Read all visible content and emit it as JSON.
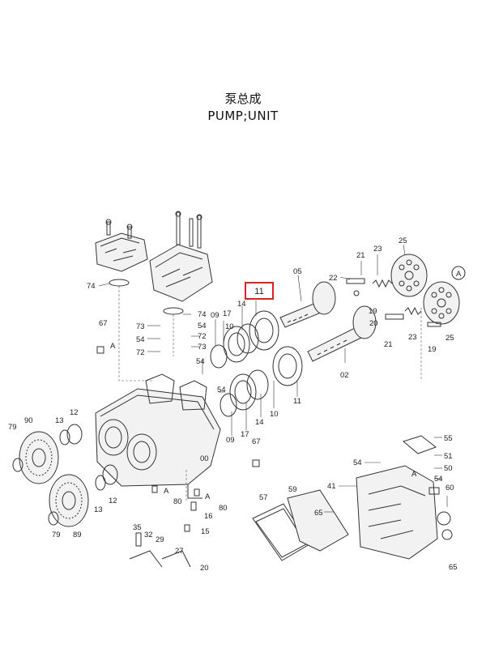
{
  "title_cn": "泵总成",
  "title_en": "PUMP;UNIT",
  "highlight_label": "11",
  "highlight_color": "#e02020",
  "callouts": [
    {
      "id": "c-74a",
      "text": "74"
    },
    {
      "id": "c-74b",
      "text": "74"
    },
    {
      "id": "c-05",
      "text": "05"
    },
    {
      "id": "c-21a",
      "text": "21"
    },
    {
      "id": "c-22",
      "text": "22"
    },
    {
      "id": "c-23a",
      "text": "23"
    },
    {
      "id": "c-25a",
      "text": "25"
    },
    {
      "id": "c-A1",
      "text": "A"
    },
    {
      "id": "c-14a",
      "text": "14"
    },
    {
      "id": "c-19a",
      "text": "19"
    },
    {
      "id": "c-20",
      "text": "20"
    },
    {
      "id": "c-73a",
      "text": "73"
    },
    {
      "id": "c-54a",
      "text": "54"
    },
    {
      "id": "c-72a",
      "text": "72"
    },
    {
      "id": "c-73b",
      "text": "73"
    },
    {
      "id": "c-72b",
      "text": "72"
    },
    {
      "id": "c-67a",
      "text": "67"
    },
    {
      "id": "c-A2",
      "text": "A"
    },
    {
      "id": "c-09a",
      "text": "09"
    },
    {
      "id": "c-17a",
      "text": "17"
    },
    {
      "id": "c-10a",
      "text": "10"
    },
    {
      "id": "c-54b",
      "text": "54"
    },
    {
      "id": "c-23b",
      "text": "23"
    },
    {
      "id": "c-21b",
      "text": "21"
    },
    {
      "id": "c-19b",
      "text": "19"
    },
    {
      "id": "c-25b",
      "text": "25"
    },
    {
      "id": "c-02",
      "text": "02"
    },
    {
      "id": "c-11b",
      "text": "11"
    },
    {
      "id": "c-54c",
      "text": "54"
    },
    {
      "id": "c-14b",
      "text": "14"
    },
    {
      "id": "c-10b",
      "text": "10"
    },
    {
      "id": "c-17b",
      "text": "17"
    },
    {
      "id": "c-09b",
      "text": "09"
    },
    {
      "id": "c-67b",
      "text": "67"
    },
    {
      "id": "c-90",
      "text": "90"
    },
    {
      "id": "c-79a",
      "text": "79"
    },
    {
      "id": "c-13a",
      "text": "13"
    },
    {
      "id": "c-12a",
      "text": "12"
    },
    {
      "id": "c-00",
      "text": "00"
    },
    {
      "id": "c-12b",
      "text": "12"
    },
    {
      "id": "c-13b",
      "text": "13"
    },
    {
      "id": "c-A3",
      "text": "A"
    },
    {
      "id": "c-80a",
      "text": "80"
    },
    {
      "id": "c-A4",
      "text": "A"
    },
    {
      "id": "c-80b",
      "text": "80"
    },
    {
      "id": "c-16",
      "text": "16"
    },
    {
      "id": "c-15",
      "text": "15"
    },
    {
      "id": "c-79b",
      "text": "79"
    },
    {
      "id": "c-89",
      "text": "89"
    },
    {
      "id": "c-57",
      "text": "57"
    },
    {
      "id": "c-59",
      "text": "59"
    },
    {
      "id": "c-35",
      "text": "35"
    },
    {
      "id": "c-32",
      "text": "32"
    },
    {
      "id": "c-29",
      "text": "29"
    },
    {
      "id": "c-27",
      "text": "27"
    },
    {
      "id": "c-55",
      "text": "55"
    },
    {
      "id": "c-51",
      "text": "51"
    },
    {
      "id": "c-54d",
      "text": "54"
    },
    {
      "id": "c-50",
      "text": "50"
    },
    {
      "id": "c-41",
      "text": "41"
    },
    {
      "id": "c-A5",
      "text": "A"
    },
    {
      "id": "c-54e",
      "text": "54"
    },
    {
      "id": "c-60",
      "text": "60"
    },
    {
      "id": "c-65a",
      "text": "65"
    },
    {
      "id": "c-65b",
      "text": "65"
    },
    {
      "id": "c-20b",
      "text": "20"
    }
  ]
}
